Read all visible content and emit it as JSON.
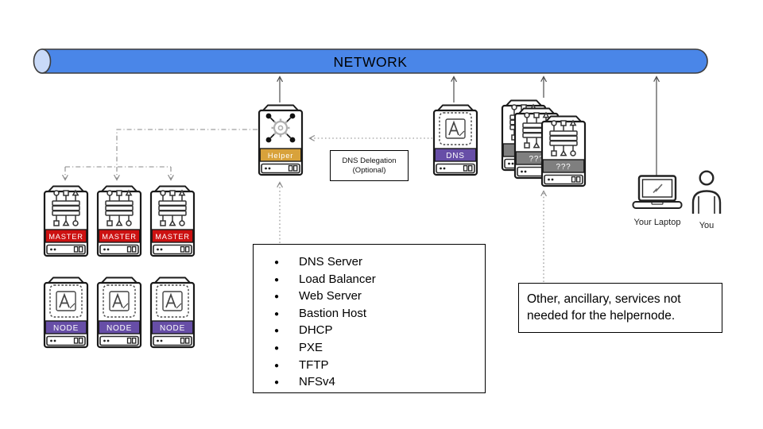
{
  "network": {
    "label": "NETWORK"
  },
  "colors": {
    "network_fill": "#4a86e8",
    "network_cap": "#c9daf8",
    "network_stroke": "#3d3d3d",
    "master_band": "#cc1111",
    "node_band": "#674ea7",
    "dns_band": "#674ea7",
    "helper_band": "#d8a23b",
    "unknown_band": "#7f7f7f",
    "solid_line": "#4d4d4d",
    "dotted_line": "#8a8a8a"
  },
  "server_nodes": [
    {
      "name": "server-unknown-1",
      "label": "???",
      "band": "unknown_band",
      "icon": "switch",
      "pos": "pos-u1"
    },
    {
      "name": "server-unknown-2",
      "label": "???",
      "band": "unknown_band",
      "icon": "switch",
      "pos": "pos-u2"
    },
    {
      "name": "server-unknown-3",
      "label": "???",
      "band": "unknown_band",
      "icon": "switch",
      "pos": "pos-u3"
    },
    {
      "name": "server-helper",
      "label": "Helper",
      "band": "helper_band",
      "icon": "gear",
      "pos": "pos-helper"
    },
    {
      "name": "server-dns",
      "label": "DNS",
      "band": "dns_band",
      "icon": "photo",
      "pos": "pos-dns"
    },
    {
      "name": "server-master-1",
      "label": "MASTER",
      "band": "master_band",
      "icon": "switch",
      "pos": "pos-m1"
    },
    {
      "name": "server-master-2",
      "label": "MASTER",
      "band": "master_band",
      "icon": "switch",
      "pos": "pos-m2"
    },
    {
      "name": "server-master-3",
      "label": "MASTER",
      "band": "master_band",
      "icon": "switch",
      "pos": "pos-m3"
    },
    {
      "name": "server-node-1",
      "label": "NODE",
      "band": "node_band",
      "icon": "photo",
      "pos": "pos-n1"
    },
    {
      "name": "server-node-2",
      "label": "NODE",
      "band": "node_band",
      "icon": "photo",
      "pos": "pos-n2"
    },
    {
      "name": "server-node-3",
      "label": "NODE",
      "band": "node_band",
      "icon": "photo",
      "pos": "pos-n3"
    }
  ],
  "annotations": {
    "dns_delegation_lines": [
      "DNS Delegation",
      "(Optional)"
    ],
    "helper_services": [
      "DNS Server",
      "Load Balancer",
      "Web Server",
      "Bastion Host",
      "DHCP",
      "PXE",
      "TFTP",
      "NFSv4"
    ],
    "ancillary_note": "Other, ancillary, services not needed for the helpernode."
  },
  "actors": {
    "laptop_label": "Your Laptop",
    "you_label": "You"
  }
}
